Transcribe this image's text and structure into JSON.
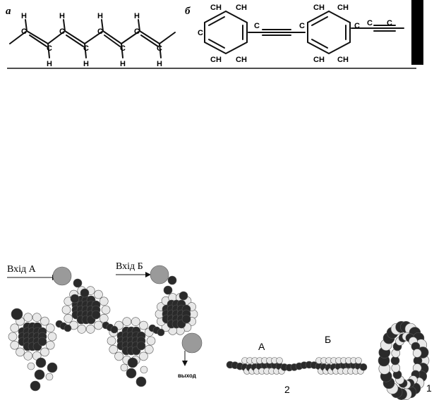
{
  "panel_a": {
    "letter": "a",
    "carbon": "C",
    "hydrogen": "H"
  },
  "panel_b": {
    "letter": "б",
    "ch": "CH",
    "carbon": "C"
  },
  "molecule": {
    "input_a": "Вхід А",
    "input_b": "Вхід Б",
    "output": "выход"
  },
  "nanotube": {
    "label_a": "А",
    "label_b": "Б",
    "number_2": "2",
    "number_1": "1"
  },
  "colors": {
    "ink": "#111111",
    "atom_dark": "#2a2a2a",
    "atom_light": "#e8e8e8",
    "atom_gray": "#9a9a9a"
  }
}
